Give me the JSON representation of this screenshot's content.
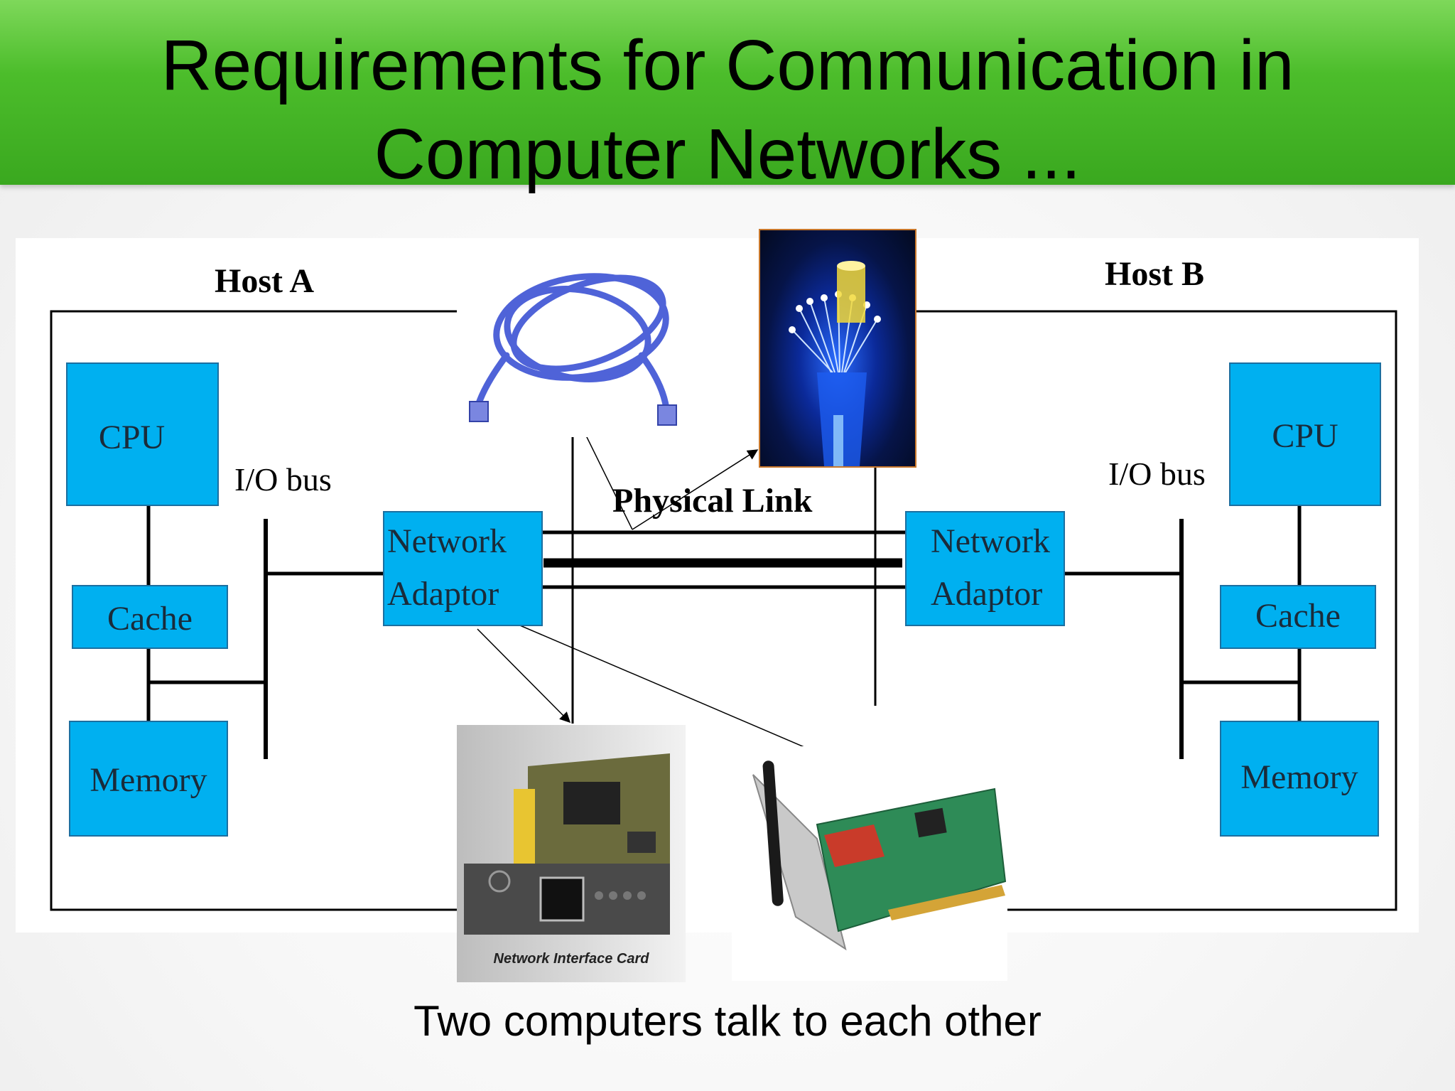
{
  "slide": {
    "title": "Requirements for Communication in\nComputer Networks ...",
    "caption": "Two computers talk to each other"
  },
  "host_a": {
    "label": "Host A",
    "cpu": "CPU",
    "cache": "Cache",
    "memory": "Memory",
    "io_bus": "I/O bus",
    "network_adaptor": "Network\nAdaptor"
  },
  "host_b": {
    "label": "Host B",
    "cpu": "CPU",
    "cache": "Cache",
    "memory": "Memory",
    "io_bus": "I/O bus",
    "network_adaptor": "Network\nAdaptor"
  },
  "link": {
    "label": "Physical Link"
  },
  "photos": {
    "nic_caption": "Network Interface Card",
    "ethernet_cable": "ethernet-cable-photo",
    "fiber_optic": "fiber-optic-photo",
    "wired_nic": "wired-nic-photo",
    "wireless_nic": "wireless-nic-photo"
  },
  "colors": {
    "title_green": "#4cbd2b",
    "box_blue": "#00b0f0",
    "cable_blue": "#4f63d8",
    "pcb_green": "#2e8b57"
  }
}
